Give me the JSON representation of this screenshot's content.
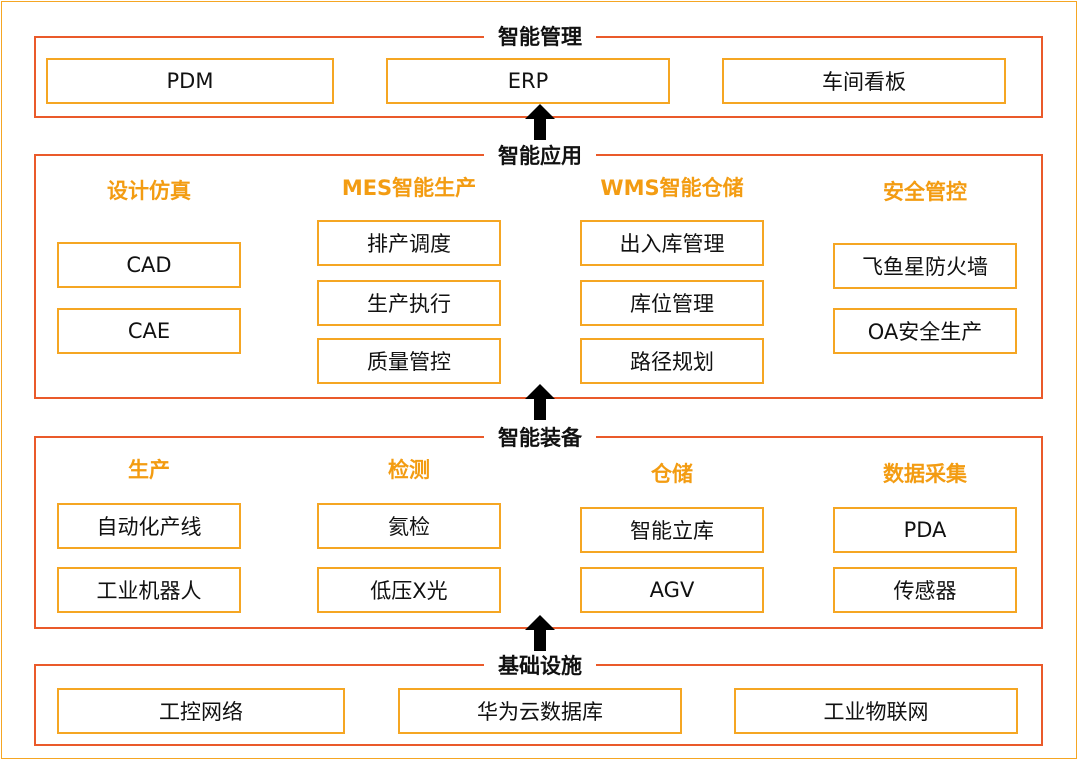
{
  "colors": {
    "frame": "#f5a623",
    "layer_border": "#ea5a2a",
    "box_border": "#f5a623",
    "category_text": "#f39c12",
    "arrow": "#000000"
  },
  "layers": {
    "management": {
      "title": "智能管理",
      "items": [
        "PDM",
        "ERP",
        "车间看板"
      ]
    },
    "application": {
      "title": "智能应用",
      "groups": [
        {
          "name": "设计仿真",
          "items": [
            "CAD",
            "CAE"
          ]
        },
        {
          "name": "MES智能生产",
          "items": [
            "排产调度",
            "生产执行",
            "质量管控"
          ]
        },
        {
          "name": "WMS智能仓储",
          "items": [
            "出入库管理",
            "库位管理",
            "路径规划"
          ]
        },
        {
          "name": "安全管控",
          "items": [
            "飞鱼星防火墙",
            "OA安全生产"
          ]
        }
      ]
    },
    "equipment": {
      "title": "智能装备",
      "groups": [
        {
          "name": "生产",
          "items": [
            "自动化产线",
            "工业机器人"
          ]
        },
        {
          "name": "检测",
          "items": [
            "氦检",
            "低压X光"
          ]
        },
        {
          "name": "仓储",
          "items": [
            "智能立库",
            "AGV"
          ]
        },
        {
          "name": "数据采集",
          "items": [
            "PDA",
            "传感器"
          ]
        }
      ]
    },
    "infrastructure": {
      "title": "基础设施",
      "items": [
        "工控网络",
        "华为云数据库",
        "工业物联网"
      ]
    }
  }
}
